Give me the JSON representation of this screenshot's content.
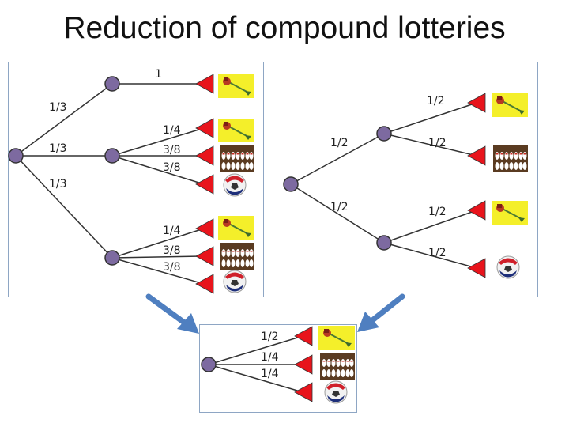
{
  "title": "Reduction of compound lotteries",
  "left_tree": {
    "top_branch_prob": "1",
    "root_probs": [
      "1/3",
      "1/3",
      "1/3"
    ],
    "middle_probs": [
      "1/4",
      "3/8",
      "3/8"
    ],
    "bottom_probs": [
      "1/4",
      "3/8",
      "3/8"
    ]
  },
  "right_tree": {
    "root_probs": [
      "1/2",
      "1/2"
    ],
    "upper_probs": [
      "1/2",
      "1/2"
    ],
    "lower_probs": [
      "1/2",
      "1/2"
    ]
  },
  "reduced_lottery": {
    "probs": [
      "1/2",
      "1/4",
      "1/4"
    ]
  },
  "prizes": [
    "dart-prize-icon",
    "bowling-pins-prize-icon",
    "soccer-ball-prize-icon"
  ],
  "colors": {
    "node": "#7d6aa0",
    "arrowhead": "#e8141c",
    "arrow": "#4f7fc0",
    "panel_border": "#8ea6c4",
    "dart_bg": "#f4ef2a"
  }
}
